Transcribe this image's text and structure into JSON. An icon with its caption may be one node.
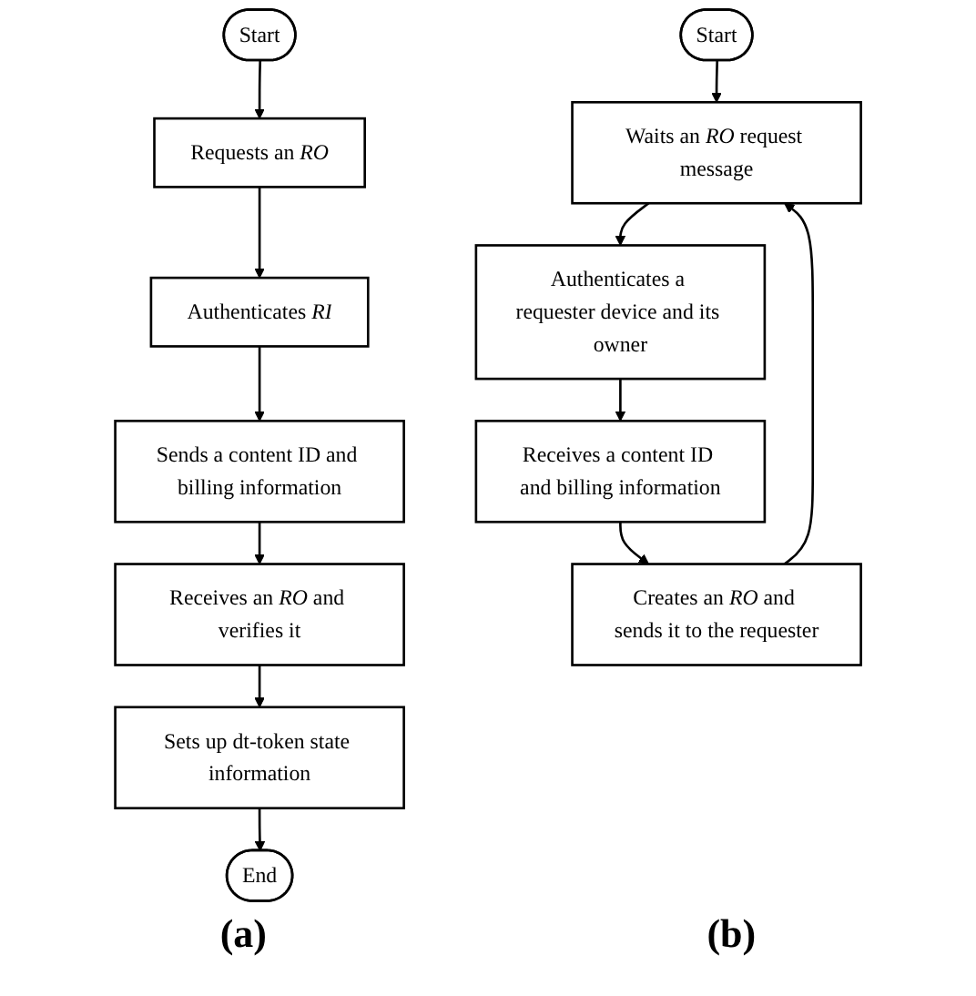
{
  "diagram": {
    "nodes": [
      {
        "text": [
          "Start"
        ]
      },
      {
        "text": [
          "Requests an *RO*"
        ]
      },
      {
        "text": [
          "Authenticates *RI*"
        ]
      },
      {
        "text": [
          "Sends a content ID and billing information"
        ]
      },
      {
        "text": [
          "Receives an *RO* and verifies it"
        ]
      },
      {
        "text": [
          "Sets up dt-token state information"
        ]
      },
      {
        "text": [
          "End"
        ]
      },
      {
        "text": [
          "Start"
        ]
      },
      {
        "text": [
          "Waits an *RO* request message"
        ]
      },
      {
        "text": [
          "Authenticates a requester device and its owner"
        ]
      },
      {
        "text": [
          "Receives a content ID and billing information"
        ]
      },
      {
        "text": [
          "Creates an *RO* and sends it to the requester"
        ]
      }
    ],
    "edges": [
      {
        "from": 0,
        "to": 1,
        "arrow": "to"
      },
      {
        "from": 1,
        "to": 2,
        "arrow": "to"
      },
      {
        "from": 2,
        "to": 3,
        "arrow": "to"
      },
      {
        "from": 3,
        "to": 4,
        "arrow": "to"
      },
      {
        "from": 4,
        "to": 5,
        "arrow": "to"
      },
      {
        "from": 5,
        "to": 6,
        "arrow": "to"
      },
      {
        "from": 7,
        "to": 8,
        "arrow": "to"
      },
      {
        "from": 8,
        "to": 9,
        "arrow": "to"
      },
      {
        "from": 9,
        "to": 10,
        "arrow": "to"
      },
      {
        "from": 10,
        "to": 11,
        "arrow": "to"
      },
      {
        "from": 11,
        "to": 8,
        "arrow": "to"
      }
    ],
    "labels": [
      "(a)",
      "(b)"
    ]
  }
}
